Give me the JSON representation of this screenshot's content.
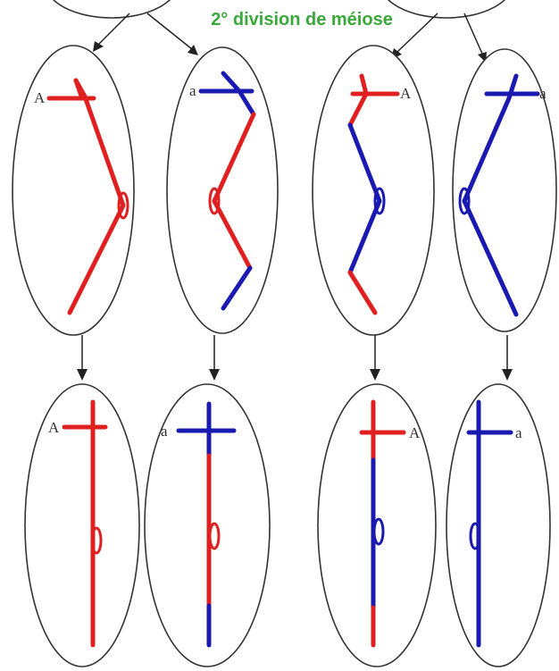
{
  "title": "2° division de méiose",
  "colors": {
    "title": "#3aa83a",
    "red_chromosome": "#e02020",
    "blue_chromosome": "#1a1ab0",
    "cell_outline": "#333333",
    "arrow": "#222222"
  },
  "allele_labels": {
    "metaphase_cell_1": "A",
    "metaphase_cell_2": "a",
    "metaphase_cell_3": "A",
    "metaphase_cell_4": "a",
    "gamete_1": "A",
    "gamete_2": "a",
    "gamete_3": "A",
    "gamete_4": "a"
  }
}
